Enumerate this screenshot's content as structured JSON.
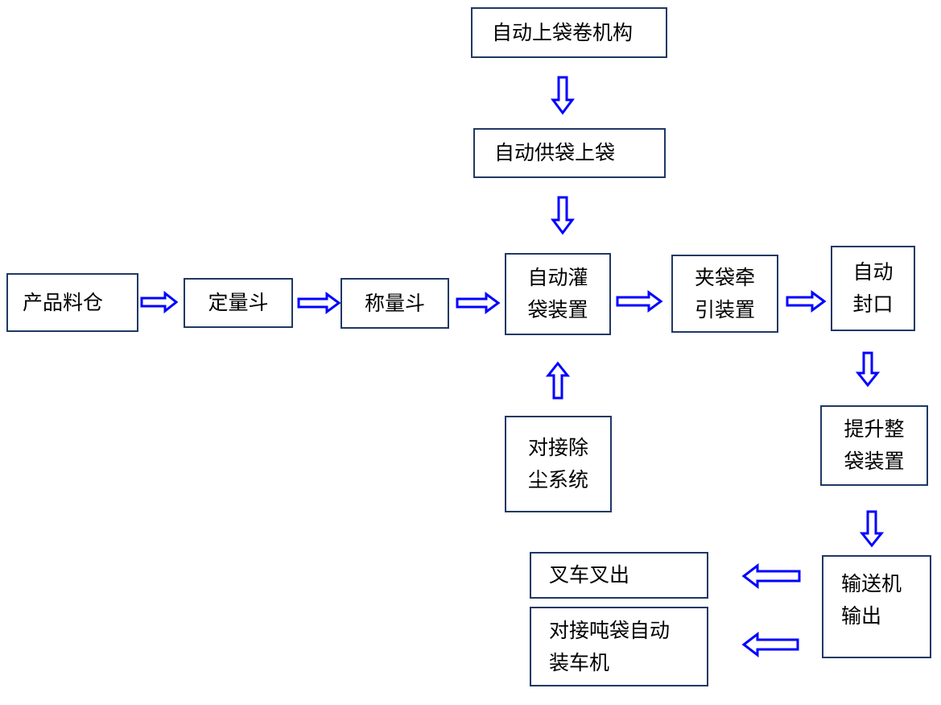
{
  "nodes": {
    "roll_mechanism": [
      "自动上袋卷机构"
    ],
    "bag_supply": [
      "自动供袋上袋"
    ],
    "product_bin": [
      "产品料仓"
    ],
    "dosing_hopper": [
      "定量斗"
    ],
    "weigh_hopper": [
      "称量斗"
    ],
    "auto_filling": [
      "自动灌",
      "袋装置"
    ],
    "clamp_pull": [
      "夹袋牵",
      "引装置"
    ],
    "auto_seal": [
      "自动",
      "封口"
    ],
    "dust_removal": [
      "对接除",
      "尘系统"
    ],
    "lift_shaping": [
      "提升整",
      "袋装置"
    ],
    "conveyor_out": [
      "输送机",
      "输出"
    ],
    "forklift_out": [
      "叉车叉出"
    ],
    "ton_bag_loader": [
      "对接吨袋自动",
      "装车机"
    ]
  },
  "colors": {
    "arrow": "#0000ff",
    "border": "#1f3864"
  }
}
